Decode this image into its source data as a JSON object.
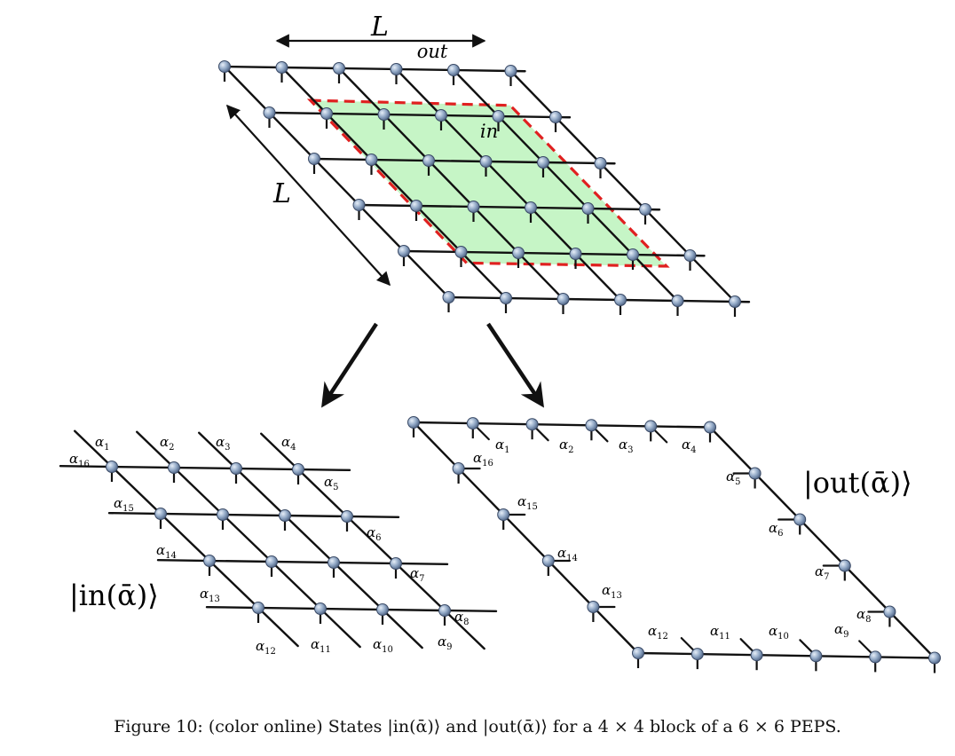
{
  "figure": {
    "top_labels": {
      "length_top": "L",
      "length_side": "L",
      "out": "out",
      "in": "in"
    },
    "bottom_left": {
      "state_label": "|in(ᾱ)⟩",
      "alpha_labels": [
        "α1",
        "α2",
        "α3",
        "α4",
        "α5",
        "α6",
        "α7",
        "α8",
        "α9",
        "α10",
        "α11",
        "α12",
        "α13",
        "α14",
        "α15",
        "α16"
      ]
    },
    "bottom_right": {
      "state_label": "|out(ᾱ)⟩",
      "alpha_labels": [
        "α1",
        "α2",
        "α3",
        "α4",
        "α5",
        "α6",
        "α7",
        "α8",
        "α9",
        "α10",
        "α11",
        "α12",
        "α13",
        "α14",
        "α15",
        "α16"
      ]
    },
    "colors": {
      "line": "#111111",
      "node": "#8fa6c4",
      "node_stroke": "#3a4a66",
      "in_fill": "#c6f5c6",
      "in_border": "#e02020"
    }
  },
  "caption": {
    "text": "Figure 10: (color online) States |in(ᾱ)⟩ and |out(ᾱ)⟩ for a 4 × 4 block of a 6 × 6 PEPS."
  }
}
